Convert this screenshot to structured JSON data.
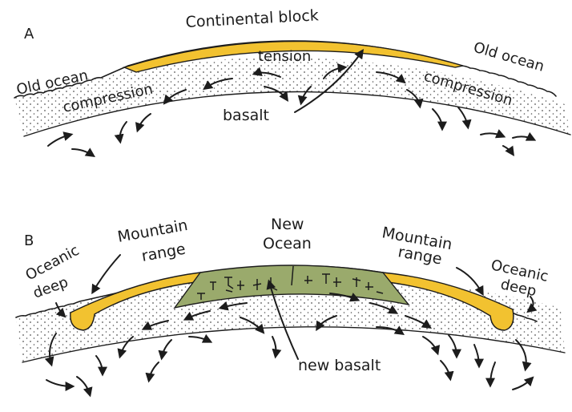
{
  "colors": {
    "continental": "#f2c230",
    "continental_edge": "#b9891a",
    "new_basalt_fill": "#9aaa6c",
    "ink": "#1c1c1c",
    "stipple": "#555555"
  },
  "panel_a": {
    "letter": "A",
    "continental_block": "Continental block",
    "tension": "tension",
    "old_ocean_left": "Old ocean",
    "old_ocean_right": "Old ocean",
    "compression_left": "compression",
    "compression_right": "compression",
    "basalt": "basalt"
  },
  "panel_b": {
    "letter": "B",
    "mountain_left_line1": "Mountain",
    "mountain_left_line2": "range",
    "new_ocean_line1": "New",
    "new_ocean_line2": "Ocean",
    "mountain_right_line1": "Mountain",
    "mountain_right_line2": "range",
    "oceanic_left_line1": "Oceanic",
    "oceanic_left_line2": "deep",
    "oceanic_right_line1": "Oceanic",
    "oceanic_right_line2": "deep",
    "new_basalt": "new basalt"
  }
}
